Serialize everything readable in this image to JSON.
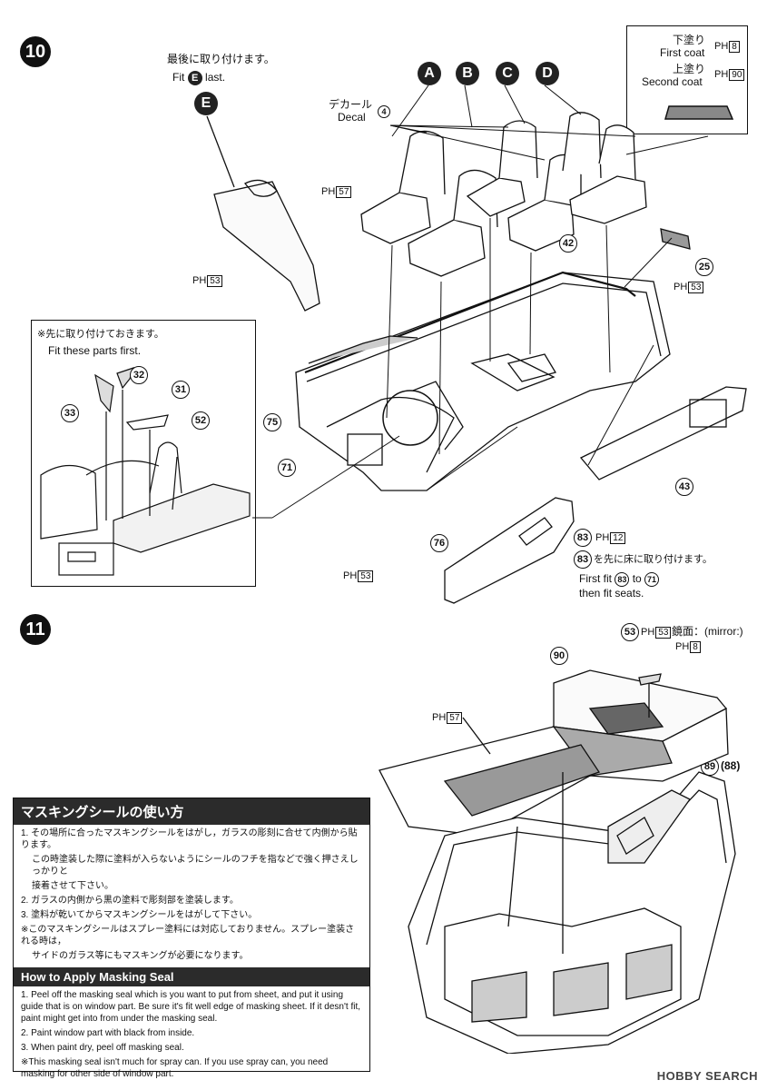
{
  "step10": {
    "number": "10",
    "fit_last_jp": "最後に取り付けます。",
    "fit_last_en_pre": "Fit",
    "fit_last_en_post": "last.",
    "part_e": "E",
    "seat_labels": [
      "A",
      "B",
      "C",
      "D"
    ],
    "decal_jp": "デカール",
    "decal_en": "Decal",
    "decal_no": "4",
    "paint_box": {
      "first_jp": "下塗り",
      "first_en": "First coat",
      "first_ph": "8",
      "second_jp": "上塗り",
      "second_en": "Second coat",
      "second_ph": "90"
    },
    "ph_prefix": "PH",
    "ph57": "57",
    "ph53a": "53",
    "ph53b": "53",
    "ph53c": "53",
    "ph12": "12",
    "parts": {
      "p25": "25",
      "p42": "42",
      "p43": "43",
      "p71": "71",
      "p75": "75",
      "p76": "76",
      "p83": "83",
      "p31": "31",
      "p32": "32",
      "p33": "33",
      "p52": "52"
    },
    "inset_jp": "※先に取り付けておきます。",
    "inset_en": "Fit these parts first.",
    "note83_jp": "を先に床に取り付けます。",
    "note83_en1_pre": "First fit",
    "note83_en1_mid": "to",
    "note83_en2": "then fit seats."
  },
  "step11": {
    "number": "11",
    "p53": "53",
    "ph53": "53",
    "mirror_jp": "鏡面：(mirror:)",
    "ph8": "8",
    "p90": "90",
    "ph57": "57",
    "p89": "89",
    "p88": "(88)"
  },
  "masking": {
    "title_jp": "マスキングシールの使い方",
    "jp_items": [
      "1. その場所に合ったマスキングシールをはがし，ガラスの彫刻に合せて内側から貼ります。",
      "この時塗装した際に塗料が入らないようにシールのフチを指などで強く押さえしっかりと",
      "接着させて下さい。",
      "2. ガラスの内側から黒の塗料で彫刻部を塗装します。",
      "3. 塗料が乾いてからマスキングシールをはがして下さい。",
      "※このマスキングシールはスプレー塗料には対応しておりません。スプレー塗装される時は，",
      "サイドのガラス等にもマスキングが必要になります。"
    ],
    "title_en": "How to Apply Masking Seal",
    "en_items": [
      "1. Peel off the masking seal which is you want to put from sheet, and put it using guide that is on window part. Be sure it's fit well edge of masking sheet. If it desn't fit, paint might get into from under the masking seal.",
      "2. Paint window part with black from inside.",
      "3. When paint dry, peel off masking seal.",
      "※This masking seal isn't much for spray can. If you use spray can, you need masking for other side of window part."
    ]
  },
  "watermark": "HOBBY SEARCH"
}
